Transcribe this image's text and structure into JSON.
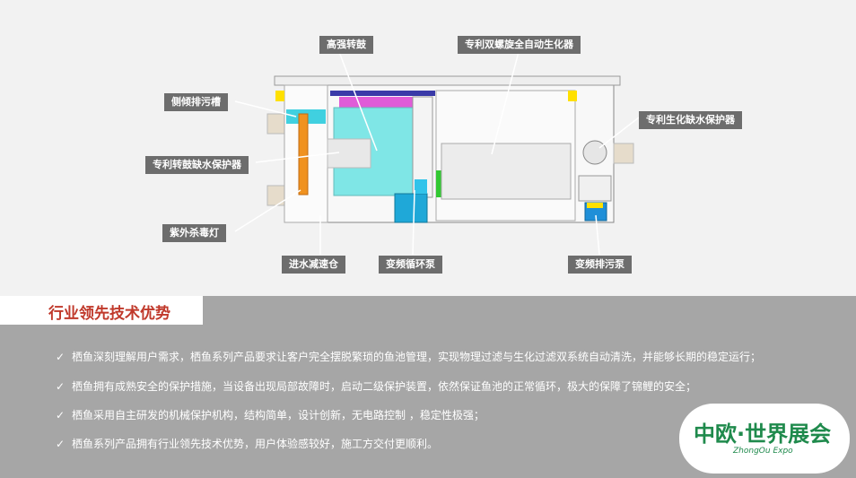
{
  "labels": {
    "drum": "高强转鼓",
    "bio": "专利双螺旋全自动生化器",
    "side_drain": "侧倾排污槽",
    "bio_protector": "专利生化缺水保护器",
    "drum_protector": "专利转鼓缺水保护器",
    "uv": "紫外杀毒灯",
    "inlet": "进水减速仓",
    "circ_pump": "变频循环泵",
    "drain_pump": "变频排污泵"
  },
  "section": {
    "title": "行业领先技术优势"
  },
  "bullets": [
    "栖鱼深刻理解用户需求，栖鱼系列产品要求让客户完全摆脱繁琐的鱼池管理，实现物理过滤与生化过滤双系统自动清洗，并能够长期的稳定运行；",
    "栖鱼拥有成熟安全的保护措施，当设备出现局部故障时，启动二级保护装置，依然保证鱼池的正常循环，极大的保障了锦鲤的安全；",
    "栖鱼采用自主研发的机械保护机构，结构简单，设计创新，无电路控制 ，稳定性极强；",
    "栖鱼系列产品拥有行业领先技术优势，用户体验感较好，施工方交付更顺利。"
  ],
  "logo": {
    "main": "中欧·世界展会",
    "sub": "ZhongOu Expo"
  },
  "colors": {
    "accent": "#c0392b",
    "label_bg": "#6d6d6d",
    "banner_bg": "#a6a6a6"
  }
}
